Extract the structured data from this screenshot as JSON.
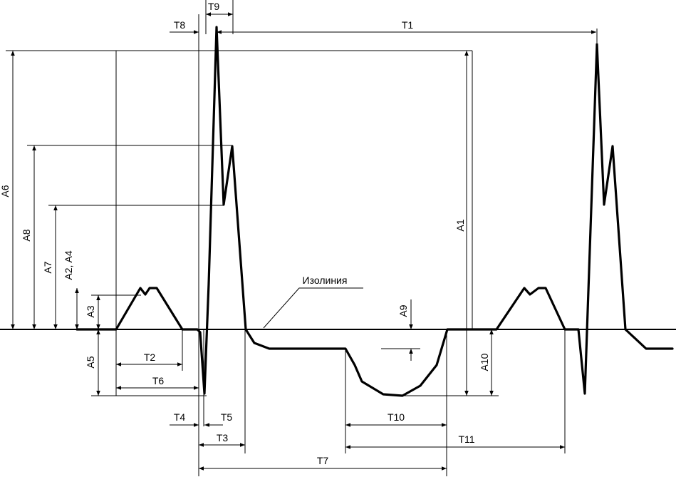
{
  "labels": {
    "T1": "T1",
    "T2": "T2",
    "T3": "T3",
    "T4": "T4",
    "T5": "T5",
    "T6": "T6",
    "T7": "T7",
    "T8": "T8",
    "T9": "T9",
    "T10": "T10",
    "T11": "T11",
    "A1": "A1",
    "A2A4": "A2, A4",
    "A3": "A3",
    "A5": "A5",
    "A6": "A6",
    "A7": "A7",
    "A8": "A8",
    "A9": "A9",
    "A10": "A10",
    "isoline": "Изолиния"
  },
  "colors": {
    "ink": "#000000",
    "background": "#ffffff"
  }
}
